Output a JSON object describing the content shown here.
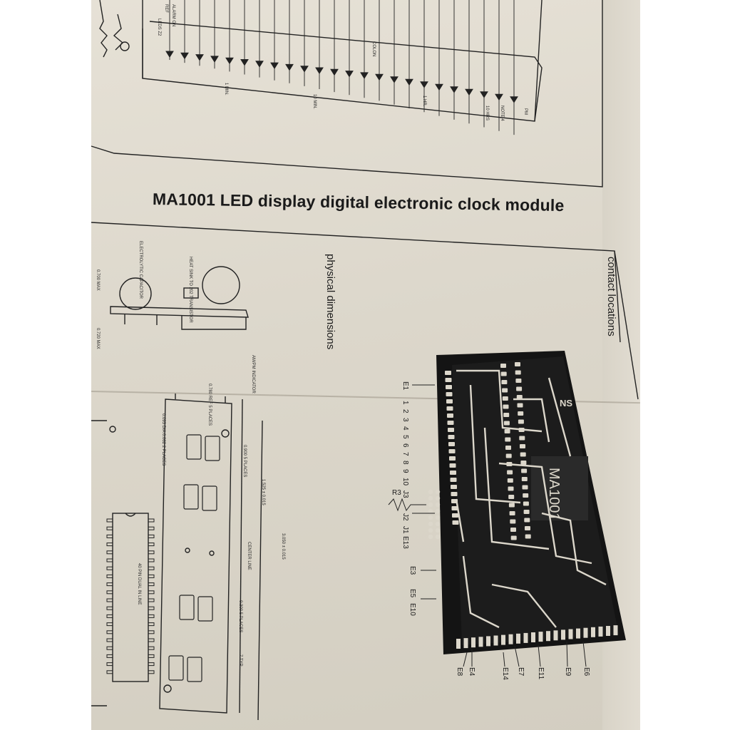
{
  "document": {
    "title": "MA1001 LED display digital electronic clock module",
    "section_physical": "physical dimensions",
    "section_contacts": "contact locations",
    "board_label": "MA1001",
    "board_logo": "NS"
  },
  "schematic": {
    "labels": [
      "ALARM ON",
      "REF",
      "LEDS Z2",
      "1 MIN.",
      "10 MIN.",
      "1 HR.",
      "10 HRS",
      "NOTE 4",
      "PM",
      "COLON"
    ]
  },
  "physical": {
    "labels": [
      "ELECTROLYTIC CAPACITOR",
      "HEAT SINK TO 202 TRANSISTOR",
      "AM/PM INDICATOR",
      "0.780 REF 5 PLACES",
      "0.900 5 PLACES",
      "1.525 ± 0.015",
      "3.050 ± 0.015",
      "CENTER LINE",
      "0.300 5 PLACES",
      "40 PIN DUAL IN LINE",
      "0.093 DIA 0.062 2 PLACES",
      "0.700 MAX",
      "0.720 MAX",
      "7 TYP"
    ]
  },
  "contacts": {
    "left_column": [
      "E1",
      "1",
      "2",
      "3",
      "4",
      "5",
      "6",
      "7",
      "8",
      "9",
      "10",
      "J3"
    ],
    "resistor": "R3",
    "left_lower": [
      "J2",
      "J1",
      "E13",
      "E3",
      "E5",
      "E10"
    ],
    "bottom": [
      "E8",
      "E4",
      "E14",
      "E7",
      "E11",
      "E9",
      "E6"
    ]
  }
}
